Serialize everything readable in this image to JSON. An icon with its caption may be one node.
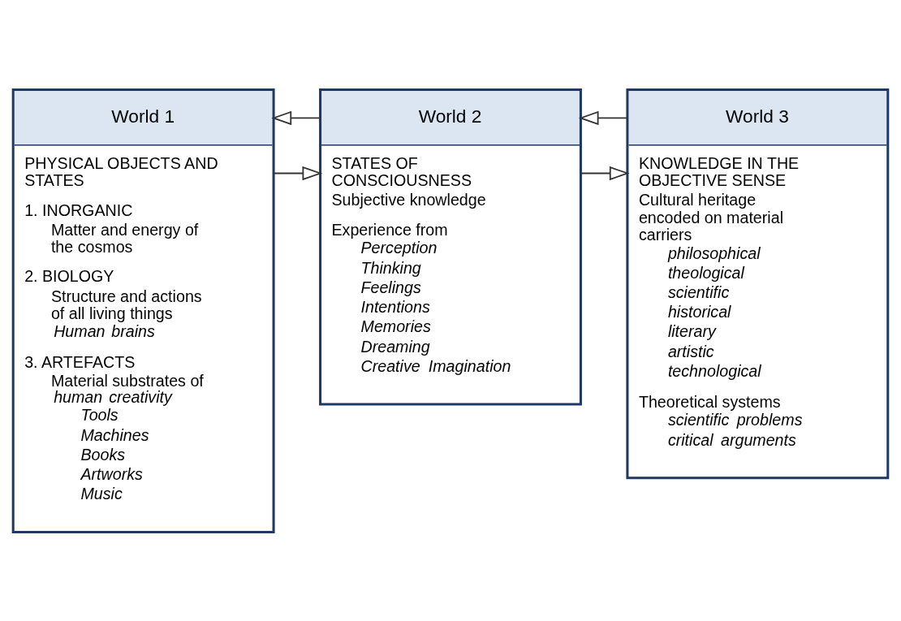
{
  "diagram": {
    "nodes": [
      {
        "text": [
          "World 1",
          "PHYSICAL OBJECTS AND STATES",
          "1. INORGANIC",
          "Matter and energy of the cosmos",
          "2. BIOLOGY",
          "Structure and actions of all living things",
          "*Human brains*",
          "3. ARTEFACTS",
          "Material substrates of *human creativity*",
          "*Tools*",
          "*Machines*",
          "*Books*",
          "*Artworks*",
          "*Music*"
        ]
      },
      {
        "text": [
          "World 2",
          "STATES OF CONSCIOUSNESS",
          "Subjective knowledge",
          "Experience from",
          "*Perception*",
          "*Thinking*",
          "*Feelings*",
          "*Intentions*",
          "*Memories*",
          "*Dreaming*",
          "*Creative Imagination*"
        ]
      },
      {
        "text": [
          "World 3",
          "KNOWLEDGE IN THE OBJECTIVE SENSE",
          "Cultural heritage encoded on material carriers",
          "*philosophical*",
          "*theological*",
          "*scientific*",
          "*historical*",
          "*literary*",
          "*artistic*",
          "*technological*",
          "Theoretical systems",
          "*scientific problems*",
          "*critical arguments*"
        ]
      }
    ],
    "edges": [
      {
        "from": 1,
        "to": 0,
        "arrow": "to"
      },
      {
        "from": 0,
        "to": 1,
        "arrow": "to"
      },
      {
        "from": 2,
        "to": 1,
        "arrow": "to"
      },
      {
        "from": 1,
        "to": 2,
        "arrow": "to"
      }
    ]
  }
}
